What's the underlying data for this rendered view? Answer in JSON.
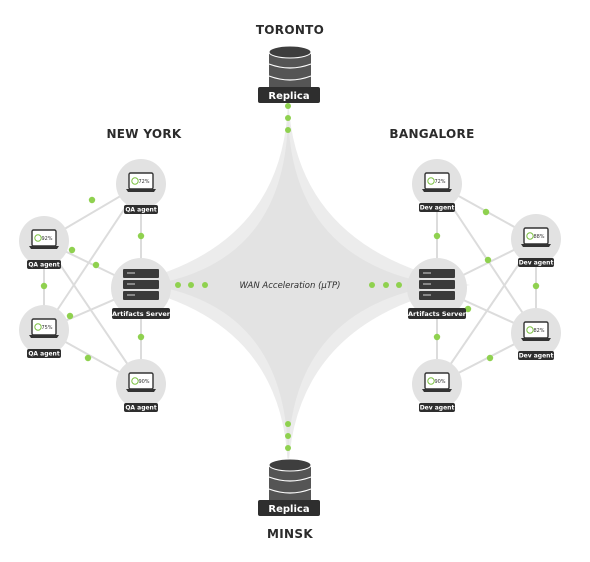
{
  "cities": {
    "toronto": "TORONTO",
    "new_york": "NEW YORK",
    "bangalore": "BANGALORE",
    "minsk": "MINSK"
  },
  "wan_label": "WAN Acceleration (μTP)",
  "replica_label": "Replica",
  "new_york": {
    "server_label": "Artifacts Server",
    "agents": [
      {
        "label": "QA agent",
        "percent": "72%",
        "value": 0.72
      },
      {
        "label": "QA agent",
        "percent": "92%",
        "value": 0.92
      },
      {
        "label": "QA agent",
        "percent": "75%",
        "value": 0.75
      },
      {
        "label": "QA agent",
        "percent": "90%",
        "value": 0.9
      }
    ]
  },
  "bangalore": {
    "server_label": "Artifacts Server",
    "agents": [
      {
        "label": "Dev agent",
        "percent": "72%",
        "value": 0.72
      },
      {
        "label": "Dev agent",
        "percent": "88%",
        "value": 0.88
      },
      {
        "label": "Dev agent",
        "percent": "82%",
        "value": 0.82
      },
      {
        "label": "Dev agent",
        "percent": "90%",
        "value": 0.9
      }
    ]
  },
  "colors": {
    "circle": "#e2e2e2",
    "link": "#dcdcdc",
    "dot": "#8fd14f",
    "label_bg": "#2e2e2e",
    "ring": "#7cc142"
  }
}
